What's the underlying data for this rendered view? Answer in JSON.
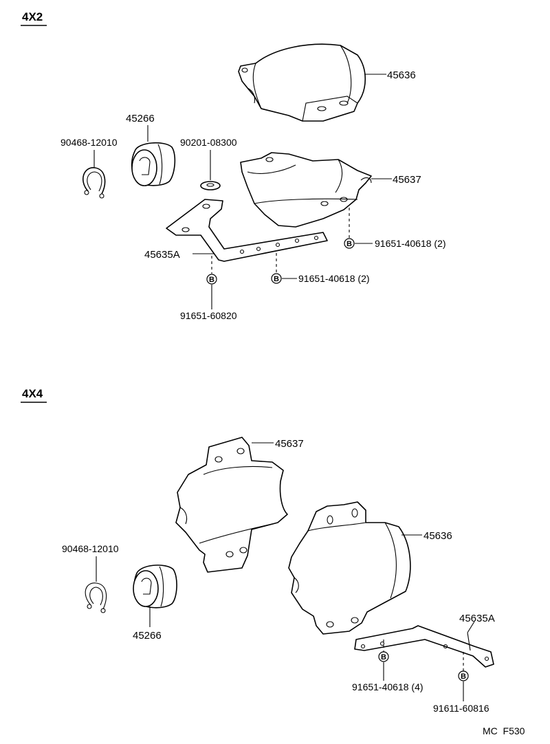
{
  "sections": {
    "top_title": "4X2",
    "bottom_title": "4X4"
  },
  "top": {
    "p45636": "45636",
    "p45266": "45266",
    "p90468": "90468-12010",
    "p90201": "90201-08300",
    "p45637": "45637",
    "p45635A": "45635A",
    "p91651_a": "91651-40618 (2)",
    "p91651_b": "91651-40618 (2)",
    "p91651_c": "91651-60820",
    "bolt_letter": "B"
  },
  "bottom": {
    "p45637": "45637",
    "p45636": "45636",
    "p90468": "90468-12010",
    "p45266": "45266",
    "p45635A": "45635A",
    "p91651": "91651-40618 (4)",
    "p91611": "91611-60816",
    "bolt_letter": "B"
  },
  "footer": {
    "code": "MC  F530"
  }
}
